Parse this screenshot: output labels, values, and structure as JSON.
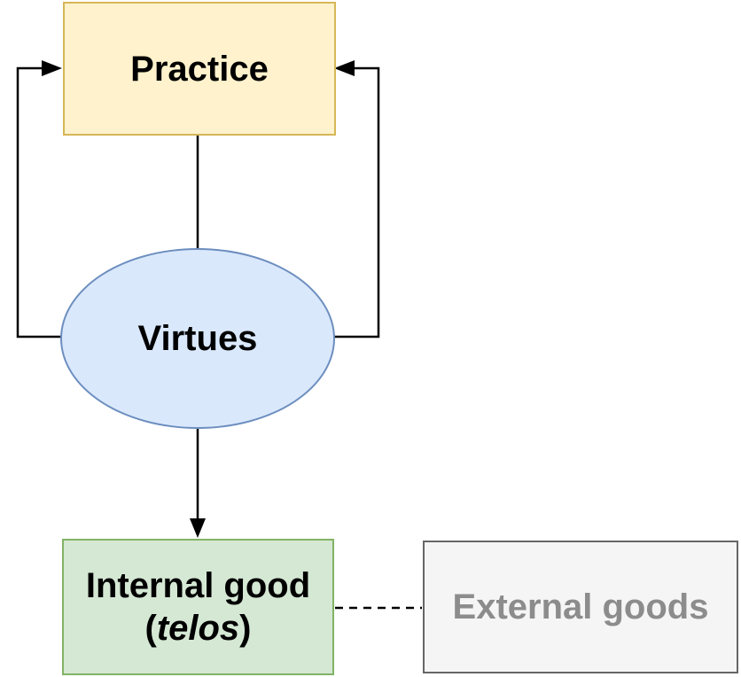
{
  "diagram": {
    "type": "flowchart",
    "background_color": "#FFFFFF",
    "connector_color": "#000000",
    "nodes": {
      "practice": {
        "label": "Practice",
        "shape": "rectangle",
        "fill": "#FFF2CC",
        "border": "#D6B656",
        "text_color": "#000000"
      },
      "virtues": {
        "label": "Virtues",
        "shape": "ellipse",
        "fill": "#DAE8FC",
        "border": "#6C8EBF",
        "text_color": "#000000"
      },
      "internal_good": {
        "line1": "Internal good",
        "line2_open_paren": "(",
        "line2_italic_word": "telos",
        "line2_close_paren": ")",
        "shape": "rectangle",
        "fill": "#D5E8D4",
        "border": "#82B366",
        "text_color": "#000000"
      },
      "external_goods": {
        "label": "External goods",
        "shape": "rectangle",
        "fill": "#F5F5F5",
        "border": "#666666",
        "text_color": "#8C8C8C"
      }
    },
    "edges": [
      {
        "name": "practice-to-virtues",
        "from": "practice",
        "to": "virtues",
        "line": "solid",
        "arrowhead": "none"
      },
      {
        "name": "virtues-to-practice-left-loop",
        "from": "virtues",
        "to": "practice",
        "line": "solid",
        "arrowhead": "filled-triangle"
      },
      {
        "name": "virtues-to-practice-right-loop",
        "from": "virtues",
        "to": "practice",
        "line": "solid",
        "arrowhead": "filled-triangle"
      },
      {
        "name": "virtues-to-internal-good",
        "from": "virtues",
        "to": "internal_good",
        "line": "solid",
        "arrowhead": "filled-triangle"
      },
      {
        "name": "internal-good-to-external-goods",
        "from": "internal_good",
        "to": "external_goods",
        "line": "dashed",
        "arrowhead": "none"
      }
    ]
  }
}
